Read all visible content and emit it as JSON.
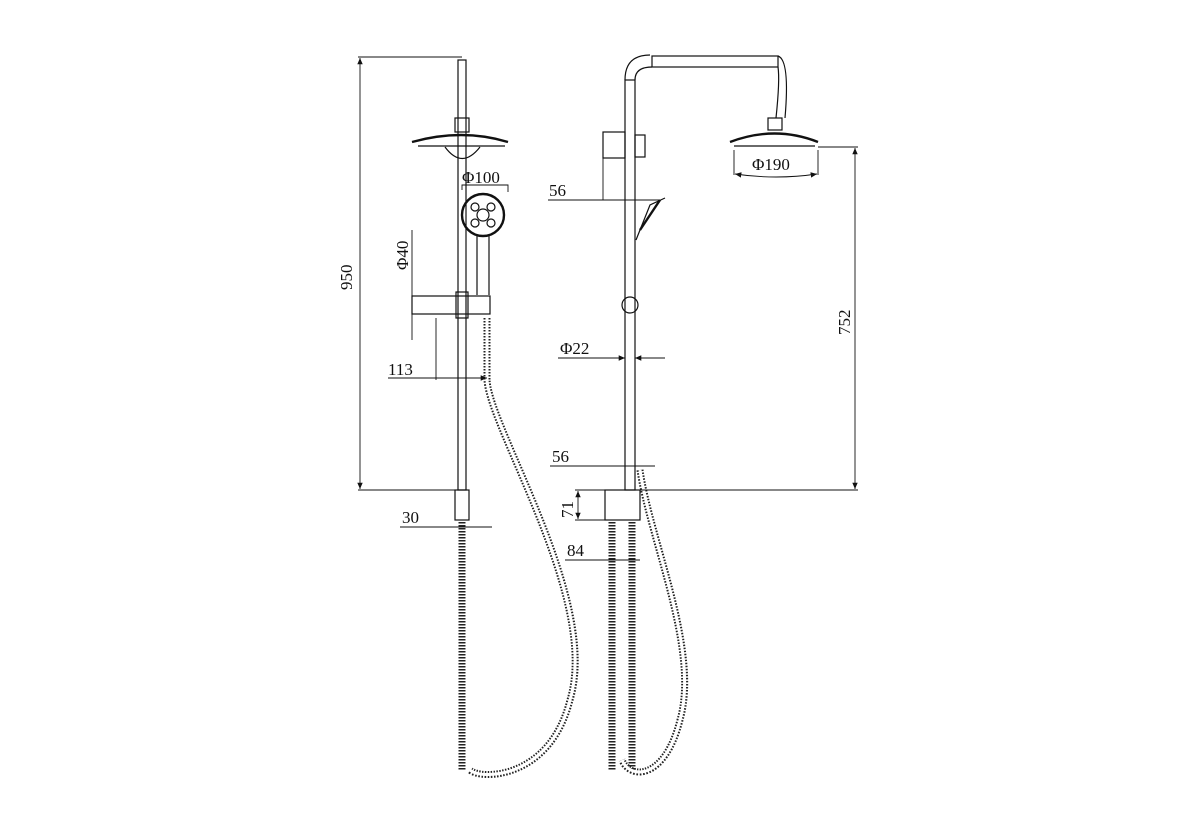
{
  "drawing": {
    "front_view": {
      "height_label": "950",
      "handset_diameter_label": "Φ100",
      "bracket_diameter_label": "Φ40",
      "bracket_offset_label": "113",
      "inlet_width_label": "30"
    },
    "side_view": {
      "upper_offset_label": "56",
      "rail_diameter_label": "Φ22",
      "lower_offset_label": "56",
      "body_height_label": "71",
      "body_width_label": "84",
      "head_diameter_label": "Φ190",
      "head_height_label": "752"
    }
  }
}
